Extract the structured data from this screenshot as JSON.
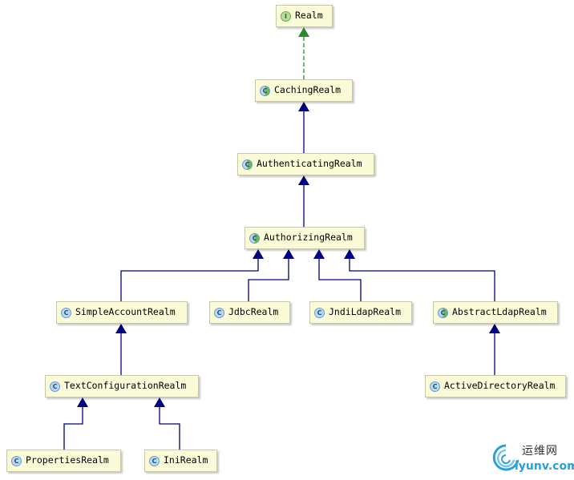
{
  "diagram": {
    "nodes": [
      {
        "id": "realm",
        "label": "Realm",
        "kind": "interface",
        "icon": "interface-icon",
        "icon_letter": "I"
      },
      {
        "id": "caching",
        "label": "CachingRealm",
        "kind": "abstract",
        "icon": "abstract-class-icon",
        "icon_letter": "C"
      },
      {
        "id": "authenticating",
        "label": "AuthenticatingRealm",
        "kind": "abstract",
        "icon": "abstract-class-icon",
        "icon_letter": "C"
      },
      {
        "id": "authorizing",
        "label": "AuthorizingRealm",
        "kind": "abstract",
        "icon": "abstract-class-icon",
        "icon_letter": "C"
      },
      {
        "id": "simpleaccount",
        "label": "SimpleAccountRealm",
        "kind": "class",
        "icon": "class-icon",
        "icon_letter": "C"
      },
      {
        "id": "jdbc",
        "label": "JdbcRealm",
        "kind": "class",
        "icon": "class-icon",
        "icon_letter": "C"
      },
      {
        "id": "jndildap",
        "label": "JndiLdapRealm",
        "kind": "class",
        "icon": "class-icon",
        "icon_letter": "C"
      },
      {
        "id": "abstractldap",
        "label": "AbstractLdapRealm",
        "kind": "abstract",
        "icon": "abstract-class-icon",
        "icon_letter": "C"
      },
      {
        "id": "textconfig",
        "label": "TextConfigurationRealm",
        "kind": "class",
        "icon": "class-icon",
        "icon_letter": "C"
      },
      {
        "id": "activedirectory",
        "label": "ActiveDirectoryRealm",
        "kind": "class",
        "icon": "class-icon",
        "icon_letter": "C"
      },
      {
        "id": "properties",
        "label": "PropertiesRealm",
        "kind": "class",
        "icon": "class-icon",
        "icon_letter": "C"
      },
      {
        "id": "ini",
        "label": "IniRealm",
        "kind": "class",
        "icon": "class-icon",
        "icon_letter": "C"
      }
    ],
    "edges": [
      {
        "from": "caching",
        "to": "realm",
        "type": "implements"
      },
      {
        "from": "authenticating",
        "to": "caching",
        "type": "extends"
      },
      {
        "from": "authorizing",
        "to": "authenticating",
        "type": "extends"
      },
      {
        "from": "simpleaccount",
        "to": "authorizing",
        "type": "extends"
      },
      {
        "from": "jdbc",
        "to": "authorizing",
        "type": "extends"
      },
      {
        "from": "jndildap",
        "to": "authorizing",
        "type": "extends"
      },
      {
        "from": "abstractldap",
        "to": "authorizing",
        "type": "extends"
      },
      {
        "from": "textconfig",
        "to": "simpleaccount",
        "type": "extends"
      },
      {
        "from": "activedirectory",
        "to": "abstractldap",
        "type": "extends"
      },
      {
        "from": "properties",
        "to": "textconfig",
        "type": "extends"
      },
      {
        "from": "ini",
        "to": "textconfig",
        "type": "extends"
      }
    ],
    "colors": {
      "extends_arrow": "#000080",
      "implements_arrow": "#2a8a2a"
    }
  },
  "watermark": {
    "top_text": "运维网",
    "bottom_text": "iyunv.com",
    "icon": "swirl-logo-icon"
  }
}
